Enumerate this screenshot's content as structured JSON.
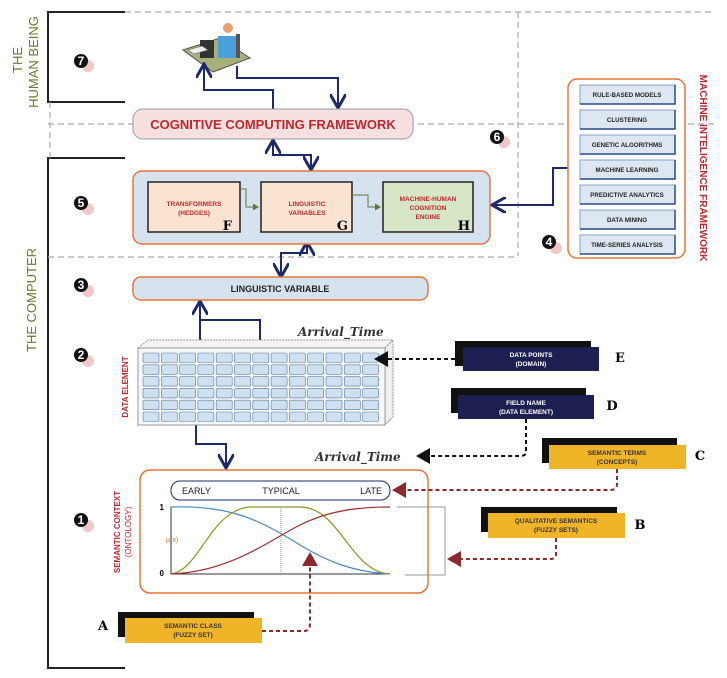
{
  "sections": {
    "human": "THE",
    "human2": "HUMAN BEING",
    "computer": "THE COMPUTER"
  },
  "badges": [
    "1",
    "2",
    "3",
    "4",
    "5",
    "6",
    "7"
  ],
  "cognitive_framework": "COGNITIVE COMPUTING  FRAMEWORK",
  "panel5": {
    "f": {
      "line1": "TRANSFORMERS",
      "line2": "(HEDGES)",
      "letter": "F"
    },
    "g": {
      "line1": "LINGUISTIC",
      "line2": "VARIABLES",
      "letter": "G"
    },
    "h": {
      "line1": "MACHINE-HUMAN",
      "line2": "COGNITION",
      "line3": "ENGINE",
      "letter": "H"
    }
  },
  "machine_intelligence": {
    "title": "MACHINE INTELIGENCE FRAMEWORK",
    "items": [
      "RULE-BASED MODELS",
      "CLUSTERING",
      "GENETIC ALGORITHMS",
      "MACHINE LEARNING",
      "PREDICTIVE ANALYTICS",
      "DATA MINING",
      "TIME-SERIES ANALYSIS"
    ]
  },
  "linguistic_variable": "LINGUISTIC VARIABLE",
  "data_element": {
    "label": "DATA ELEMENT",
    "field": "Arrival_Time"
  },
  "arrival_time_2": "Arrival_Time",
  "semantic_context": {
    "label1": "SEMANTIC CONTEXT",
    "label2": "(ONTOLOGY)",
    "terms": [
      "EARLY",
      "TYPICAL",
      "LATE"
    ],
    "y_top": "1",
    "y_bottom": "0",
    "y_label": "μ(x)"
  },
  "callouts": {
    "a": {
      "line1": "SEMANTIC CLASS",
      "line2": "(FUZZY SET)",
      "letter": "A"
    },
    "b": {
      "line1": "QUALITATIVE SEMANTICS",
      "line2": "(FUZZY SETS)",
      "letter": "B"
    },
    "c": {
      "line1": "SEMANTIC TERMS",
      "line2": "(CONCEPTS)",
      "letter": "C"
    },
    "d": {
      "line1": "FIELD NAME",
      "line2": "(DATA ELEMENT)",
      "letter": "D"
    },
    "e": {
      "line1": "DATA POINTS",
      "line2": "(DOMAIN)",
      "letter": "E"
    }
  },
  "colors": {
    "orange": "#e8743b",
    "red": "#c0272d",
    "navy": "#1c1f4f",
    "gold": "#f0b429",
    "green": "#6b7a2a",
    "lightblue": "#d6e3ef"
  }
}
